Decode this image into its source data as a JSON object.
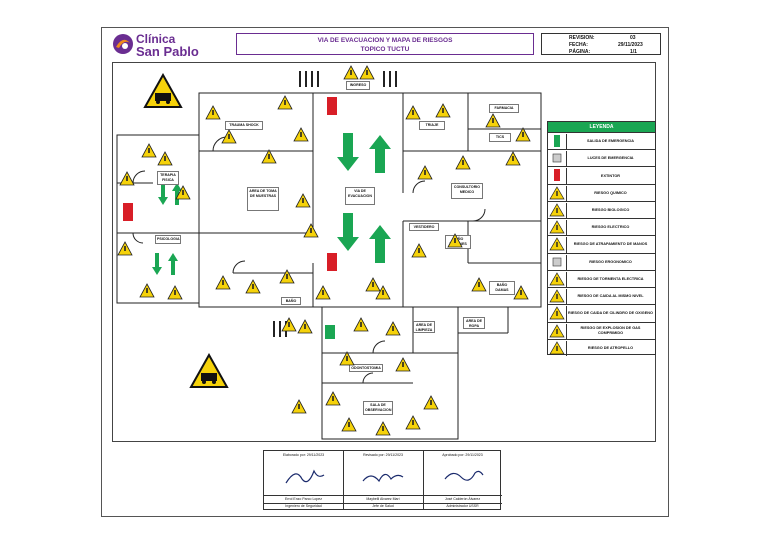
{
  "header": {
    "logo_line1": "Clínica",
    "logo_line2": "San Pablo",
    "title_line1": "VIA DE EVACUACION Y MAPA DE RIESGOS",
    "title_line2": "TOPICO TUCTU",
    "meta": [
      {
        "label": "REVISION:",
        "value": "03"
      },
      {
        "label": "FECHA:",
        "value": "29/11/2023"
      },
      {
        "label": "PÁGINA:",
        "value": "1/1"
      }
    ]
  },
  "rooms": {
    "ingreso": "INGRESO",
    "farmacia": "FARMACIA",
    "trauma_shock": "TRAUMA SHOCK",
    "triaje": "TRIAJE",
    "tics": "TICS",
    "terapia_fisica": "TERAPIA FISICA",
    "area_toma_muestras": "AREA DE TOMA DE MUESTRAS",
    "via_evacuacion": "VIA DE EVACUACION",
    "consultorio_medico": "CONSULTORIO MEDICO",
    "psicologia": "PSICOLOGIA",
    "vestidero": "VESTIDERO",
    "bano_varones": "BAÑO VARONES",
    "bano_damas": "BAÑO DAMAS",
    "bano": "BAÑO",
    "area_limpieza": "AREA DE LIMPIEZA",
    "area_ropa": "AREA DE ROPA",
    "odontostomia": "ODONTOSTOMIA",
    "sala_observacion": "SALA DE OBSERVACION"
  },
  "legend": {
    "title": "LEYENDA",
    "items": [
      {
        "label": "SALIDA DE EMERGENCIA",
        "icon": "exit-sign-icon"
      },
      {
        "label": "LUCES DE EMERGENCIA",
        "icon": "emergency-light-icon"
      },
      {
        "label": "EXTINTOR",
        "icon": "extinguisher-icon"
      },
      {
        "label": "RIESGO QUIMICO",
        "icon": "chemical-risk-icon"
      },
      {
        "label": "RIESGO BIOLOGICO",
        "icon": "biohazard-icon"
      },
      {
        "label": "RIESGO ELECTRICO",
        "icon": "electric-risk-icon"
      },
      {
        "label": "RIESGO DE ATRAPAMIENTO DE MANOS",
        "icon": "hand-crush-icon"
      },
      {
        "label": "RIESGO ERGONOMICO",
        "icon": "ergonomic-icon"
      },
      {
        "label": "RIESGO DE TORMENTA ELECTRICA",
        "icon": "storm-icon"
      },
      {
        "label": "RIESGO DE CAIDA AL MISMO NIVEL",
        "icon": "slip-icon"
      },
      {
        "label": "RIESGO DE CAIDA DE CILINDRO DE OXIGENO",
        "icon": "cylinder-fall-icon"
      },
      {
        "label": "RIESGO DE EXPLOSION DE GAS COMPRIMIDO",
        "icon": "gas-explosion-icon"
      },
      {
        "label": "RIESGO DE ATROPELLO",
        "icon": "run-over-icon"
      }
    ]
  },
  "signatures": [
    {
      "header": "Elaborado por: 29/11/2023",
      "name": "Errol Enzo Parco Lopez",
      "role": "Ingeniero de Seguridad"
    },
    {
      "header": "Revisado por: 29/11/2023",
      "name": "Maybelli Alvarez Marí",
      "role": "Jefe de Salud"
    },
    {
      "header": "Aprobado por: 29/11/2023",
      "name": "José Calderón Álvarez",
      "role": "Administrador USSR"
    }
  ],
  "colors": {
    "brand_purple": "#6a2d91",
    "brand_orange": "#f08a1c",
    "warning_yellow": "#f5d20a",
    "evac_green": "#1aa653",
    "extinguisher_red": "#d81e27"
  }
}
